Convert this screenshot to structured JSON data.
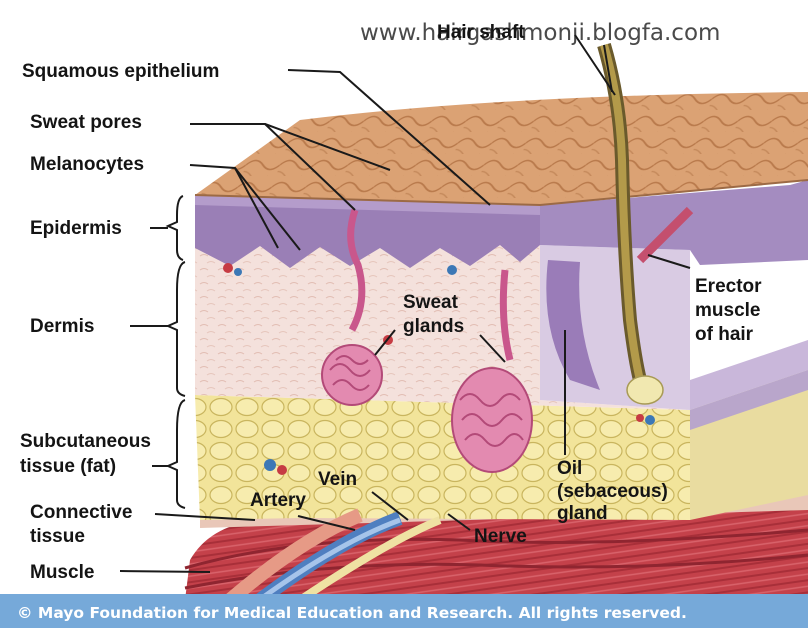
{
  "watermark": "www.hairgashmonji.blogfa.com",
  "labels": {
    "hair_shaft": "Hair shaft",
    "squamous_epithelium": "Squamous epithelium",
    "sweat_pores": "Sweat pores",
    "melanocytes": "Melanocytes",
    "epidermis": "Epidermis",
    "dermis": "Dermis",
    "subcutaneous_1": "Subcutaneous",
    "subcutaneous_2": "tissue (fat)",
    "connective_1": "Connective",
    "connective_2": "tissue",
    "muscle": "Muscle",
    "sweat_glands_1": "Sweat",
    "sweat_glands_2": "glands",
    "erector_1": "Erector",
    "erector_2": "muscle",
    "erector_3": "of hair",
    "oil_1": "Oil",
    "oil_2": "(sebaceous)",
    "oil_3": "gland",
    "artery": "Artery",
    "vein": "Vein",
    "nerve": "Nerve"
  },
  "footer": "© Mayo Foundation for Medical Education and Research.  All rights reserved.",
  "colors": {
    "surface": "#dba274",
    "epidermis": "#9a7fb6",
    "dermis": "#f4e1dc",
    "fat": "#f2e49a",
    "muscle": "#c4414a",
    "footer_bar": "#76a9d9"
  }
}
